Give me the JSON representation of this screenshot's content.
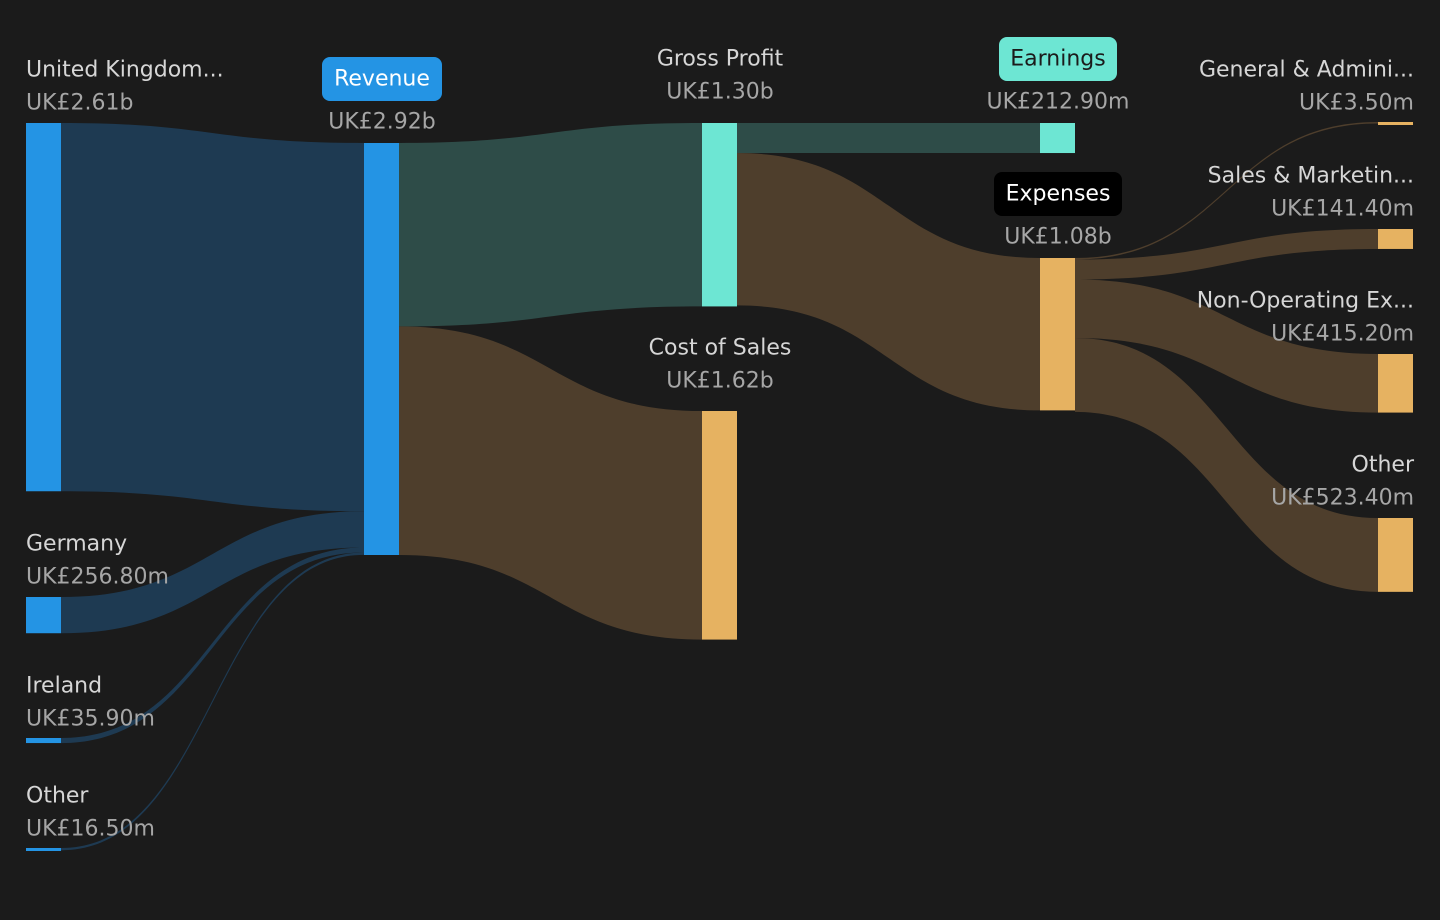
{
  "chart_data": {
    "type": "sankey",
    "currency": "UK£",
    "colors": {
      "background": "#1b1b1b",
      "revenue": "#2494e4",
      "profit": "#6de6d3",
      "cost": "#e6b261",
      "link_revenue": "#1e3a52",
      "link_profit": "#2e4c48",
      "link_cost": "#4e3e2c",
      "label": "#d6d6d6",
      "value": "#a6a6a6"
    },
    "nodes": [
      {
        "id": "uk",
        "name": "United Kingdom...",
        "value_text": "UK£2.61b",
        "value": 2610,
        "kind": "revenue"
      },
      {
        "id": "germany",
        "name": "Germany",
        "value_text": "UK£256.80m",
        "value": 256.8,
        "kind": "revenue"
      },
      {
        "id": "ireland",
        "name": "Ireland",
        "value_text": "UK£35.90m",
        "value": 35.9,
        "kind": "revenue"
      },
      {
        "id": "other_src",
        "name": "Other",
        "value_text": "UK£16.50m",
        "value": 16.5,
        "kind": "revenue"
      },
      {
        "id": "revenue",
        "name": "Revenue",
        "value_text": "UK£2.92b",
        "value": 2920,
        "kind": "revenue",
        "pill": true
      },
      {
        "id": "gross_profit",
        "name": "Gross Profit",
        "value_text": "UK£1.30b",
        "value": 1300,
        "kind": "profit"
      },
      {
        "id": "cost_of_sales",
        "name": "Cost of Sales",
        "value_text": "UK£1.62b",
        "value": 1620,
        "kind": "cost"
      },
      {
        "id": "earnings",
        "name": "Earnings",
        "value_text": "UK£212.90m",
        "value": 212.9,
        "kind": "profit",
        "pill": true
      },
      {
        "id": "expenses",
        "name": "Expenses",
        "value_text": "UK£1.08b",
        "value": 1080,
        "kind": "cost",
        "pill": true
      },
      {
        "id": "ga",
        "name": "General & Admini...",
        "value_text": "UK£3.50m",
        "value": 3.5,
        "kind": "cost"
      },
      {
        "id": "sm",
        "name": "Sales & Marketin...",
        "value_text": "UK£141.40m",
        "value": 141.4,
        "kind": "cost"
      },
      {
        "id": "nonop",
        "name": "Non-Operating Ex...",
        "value_text": "UK£415.20m",
        "value": 415.2,
        "kind": "cost"
      },
      {
        "id": "other_exp",
        "name": "Other",
        "value_text": "UK£523.40m",
        "value": 523.4,
        "kind": "cost"
      }
    ],
    "links": [
      {
        "source": "uk",
        "target": "revenue",
        "value": 2610,
        "kind": "revenue"
      },
      {
        "source": "germany",
        "target": "revenue",
        "value": 256.8,
        "kind": "revenue"
      },
      {
        "source": "ireland",
        "target": "revenue",
        "value": 35.9,
        "kind": "revenue"
      },
      {
        "source": "other_src",
        "target": "revenue",
        "value": 16.5,
        "kind": "revenue"
      },
      {
        "source": "revenue",
        "target": "gross_profit",
        "value": 1300,
        "kind": "profit"
      },
      {
        "source": "revenue",
        "target": "cost_of_sales",
        "value": 1620,
        "kind": "cost"
      },
      {
        "source": "gross_profit",
        "target": "earnings",
        "value": 212.9,
        "kind": "profit"
      },
      {
        "source": "gross_profit",
        "target": "expenses",
        "value": 1080,
        "kind": "cost"
      },
      {
        "source": "expenses",
        "target": "ga",
        "value": 3.5,
        "kind": "cost"
      },
      {
        "source": "expenses",
        "target": "sm",
        "value": 141.4,
        "kind": "cost"
      },
      {
        "source": "expenses",
        "target": "nonop",
        "value": 415.2,
        "kind": "cost"
      },
      {
        "source": "expenses",
        "target": "other_exp",
        "value": 523.4,
        "kind": "cost"
      }
    ]
  }
}
